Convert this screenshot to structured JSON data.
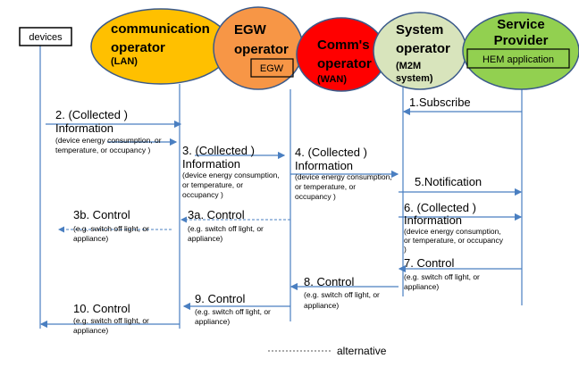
{
  "participants": {
    "devices": "devices",
    "comm_operator": {
      "line1": "communication",
      "line2": "operator",
      "sub": "(LAN)",
      "color": "#ffc000"
    },
    "egw_operator": {
      "line1": "EGW",
      "line2": "operator",
      "box": "EGW",
      "color": "#f79646"
    },
    "comms_operator": {
      "line1": "Comm's",
      "line2": "operator",
      "sub": "(WAN)",
      "color": "#ff0000"
    },
    "system_operator": {
      "line1": "System",
      "line2": "operator",
      "sub1": "(M2M",
      "sub2": "system)",
      "color": "#d8e4bc"
    },
    "service_provider": {
      "line1": "Service",
      "line2": "Provider",
      "box": "HEM application",
      "color": "#92d050"
    }
  },
  "messages": {
    "m1": {
      "title": "1.Subscribe"
    },
    "m2": {
      "title": "2. (Collected )",
      "title2": "Information",
      "d1": "(device energy consumption, or",
      "d2": "temperature, or occupancy )"
    },
    "m3": {
      "title": "3. (Collected )",
      "title2": "Information",
      "d1": "(device energy consumption,",
      "d2": "or temperature, or",
      "d3": "occupancy )"
    },
    "m4": {
      "title": "4. (Collected )",
      "title2": "Information",
      "d1": "(device energy consumption,",
      "d2": "or temperature, or",
      "d3": "occupancy )"
    },
    "m5": {
      "title": "5.Notification"
    },
    "m6": {
      "title": "6. (Collected )",
      "title2": "Information",
      "d1": "(device energy consumption,",
      "d2": "or temperature, or occupancy",
      "d3": ")"
    },
    "m3a": {
      "title": "3a. Control",
      "d1": "(e.g. switch off light, or",
      "d2": "appliance)"
    },
    "m3b": {
      "title": "3b. Control",
      "d1": "(e.g. switch off light, or",
      "d2": "appliance)"
    },
    "m7": {
      "title": "7. Control",
      "d1": "(e.g. switch off light, or",
      "d2": "appliance)"
    },
    "m8": {
      "title": "8. Control",
      "d1": "(e.g. switch off light, or",
      "d2": "appliance)"
    },
    "m9": {
      "title": "9. Control",
      "d1": "(e.g. switch off light, or",
      "d2": "appliance)"
    },
    "m10": {
      "title": "10. Control",
      "d1": "(e.g. switch off light, or",
      "d2": "appliance)"
    }
  },
  "legend": {
    "alternative": "alternative"
  }
}
